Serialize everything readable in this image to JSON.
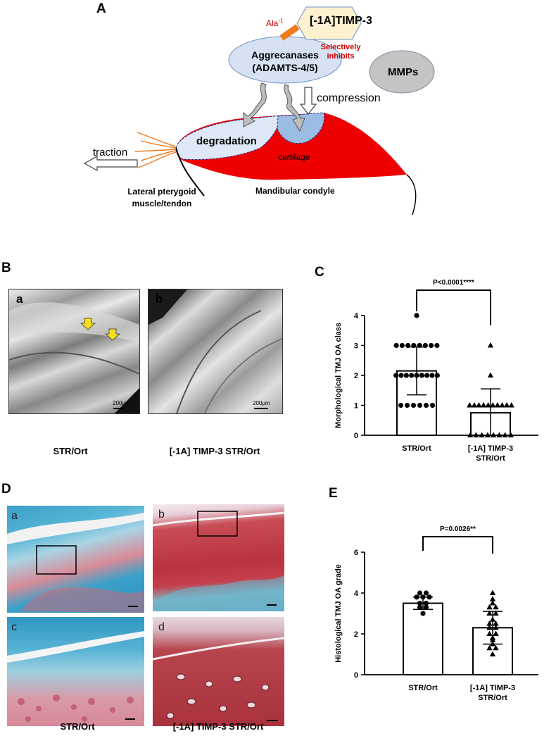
{
  "panels": {
    "A": "A",
    "B": "B",
    "C": "C",
    "D": "D",
    "E": "E"
  },
  "diagram": {
    "timp_label": "[-1A]TIMP-3",
    "ala_label": "Ala",
    "ala_superscript": "-1",
    "selectively_inhibits_line1": "Selectively",
    "selectively_inhibits_line2": "inhibits",
    "aggrecanases_line1": "Aggrecanases",
    "aggrecanases_line2": "(ADAMTS-4/5)",
    "mmps_label": "MMPs",
    "compression_label": "compression",
    "degradation_label": "degradation",
    "cartilage_label": "cartilage",
    "traction_label": "traction",
    "muscle_line1": "Lateral pterygoid",
    "muscle_line2": "muscle/tendon",
    "condyle_label": "Mandibular condyle",
    "colors": {
      "condyle": "#ee0000",
      "cartilage_blue": "#9cbde3",
      "degradation_fill": "#dde7f5",
      "ellipse_fill": "#d6e2f3",
      "hexagon_fill": "#fdf1cf",
      "connector": "#f07a1f",
      "mmp_fill": "#c4c4c4",
      "annotation_red": "#d00000"
    }
  },
  "panelB": {
    "sub_a": "a",
    "sub_b": "b",
    "scale_a": "200μm",
    "scale_b": "200μm",
    "caption_a": "STR/Ort",
    "caption_b": "[-1A] TIMP-3 STR/Ort"
  },
  "panelD": {
    "sub_a": "a",
    "sub_b": "b",
    "sub_c": "c",
    "sub_d": "d",
    "caption_left": "STR/Ort",
    "caption_right": "[-1A] TIMP-3 STR/Ort"
  },
  "chart_data": [
    {
      "type": "bar",
      "panel": "C",
      "ylabel": "Morphological TMJ OA class",
      "categories": [
        "STR/Ort",
        "[-1A] TIMP-3 STR/Ort"
      ],
      "category_lines": [
        [
          "STR/Ort"
        ],
        [
          "[-1A] TIMP-3",
          "STR/Ort"
        ]
      ],
      "values": [
        2.15,
        0.75
      ],
      "error": [
        0.8,
        0.8
      ],
      "ylim": [
        0,
        4
      ],
      "yticks": [
        "0",
        "1",
        "2",
        "3",
        "4"
      ],
      "annotation": "P<0.0001****",
      "points": [
        [
          4,
          3,
          3,
          3,
          3,
          3,
          3,
          3,
          3,
          2,
          2,
          2,
          2,
          2,
          2,
          2,
          2,
          2,
          1,
          1,
          1,
          1,
          1,
          1
        ],
        [
          3,
          2,
          1,
          1,
          1,
          1,
          1,
          1,
          1,
          1,
          1,
          1,
          0,
          0,
          0,
          0,
          0,
          0,
          0,
          0
        ]
      ],
      "markers": [
        "circle",
        "triangle"
      ]
    },
    {
      "type": "bar",
      "panel": "E",
      "ylabel": "Histological TMJ OA grade",
      "categories": [
        "STR/Ort",
        "[-1A] TIMP-3 STR/Ort"
      ],
      "category_lines": [
        [
          "STR/Ort"
        ],
        [
          "[-1A] TIMP-3",
          "STR/Ort"
        ]
      ],
      "values": [
        3.5,
        2.3
      ],
      "error": [
        0.3,
        0.8
      ],
      "ylim": [
        0,
        6
      ],
      "yticks": [
        "0",
        "2",
        "4",
        "6"
      ],
      "annotation": "P=0.0026**",
      "points": [
        [
          4.0,
          4.0,
          3.8,
          3.8,
          3.8,
          3.5,
          3.5,
          3.3,
          3.3,
          3.0
        ],
        [
          4.0,
          3.7,
          3.5,
          3.3,
          3.3,
          3.0,
          3.0,
          2.7,
          2.5,
          2.5,
          2.3,
          2.3,
          2.0,
          2.0,
          1.8,
          1.7,
          1.5,
          1.3,
          1.3,
          1.0
        ]
      ],
      "markers": [
        "circle",
        "triangle"
      ]
    }
  ]
}
